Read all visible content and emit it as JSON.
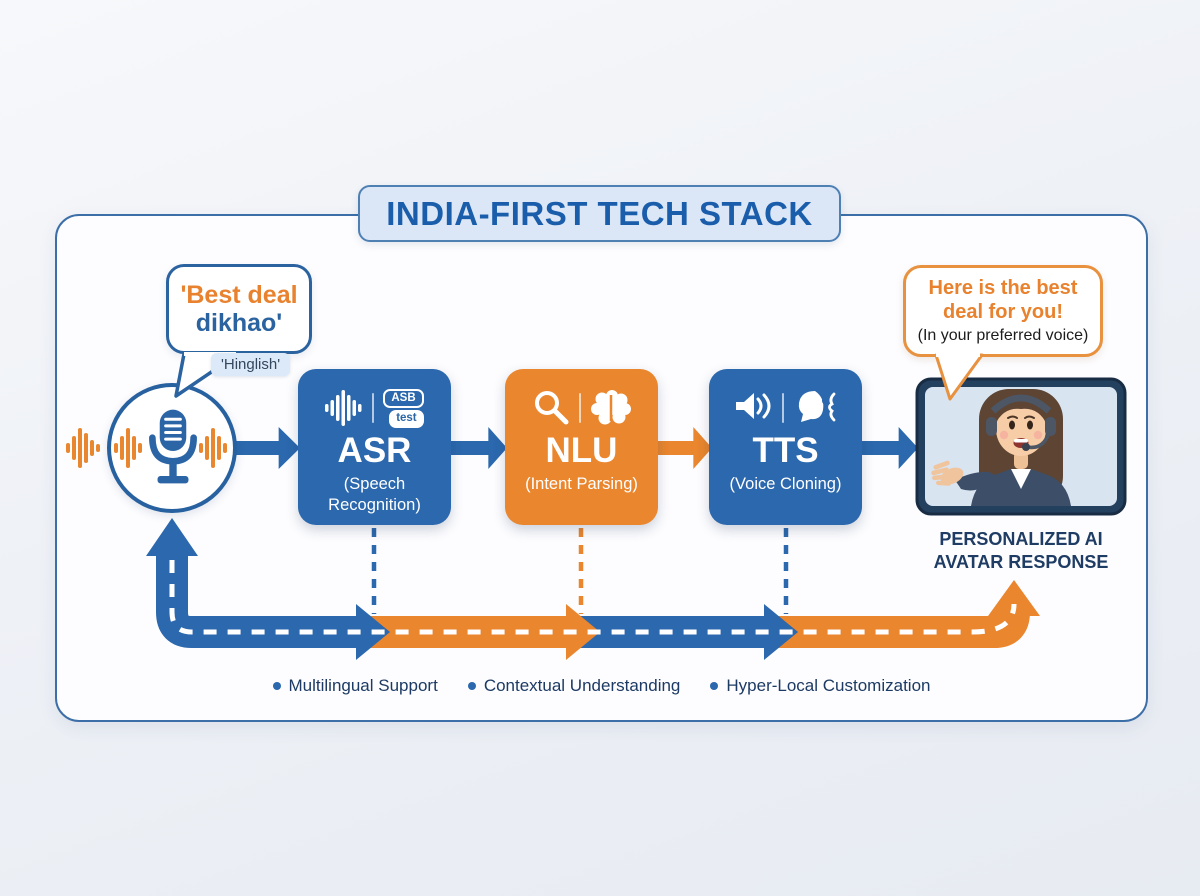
{
  "title": "INDIA-FIRST TECH STACK",
  "input": {
    "bubble_line1": "'Best deal",
    "bubble_line2": "dikhao'",
    "language_tag": "'Hinglish'"
  },
  "pipeline": {
    "nodes": [
      {
        "label": "ASR",
        "sublabel": "(Speech Recognition)",
        "chip_top": "ASB",
        "chip_bottom": "test",
        "color": "#2b68ad"
      },
      {
        "label": "NLU",
        "sublabel": "(Intent Parsing)",
        "color": "#e9862e"
      },
      {
        "label": "TTS",
        "sublabel": "(Voice Cloning)",
        "color": "#2b68ad"
      }
    ]
  },
  "output": {
    "bubble_line1": "Here is the best deal for you!",
    "bubble_line2": "(In your preferred voice)",
    "caption": "PERSONALIZED AI AVATAR RESPONSE"
  },
  "features": [
    {
      "label": "Multilingual Support"
    },
    {
      "label": "Contextual Understanding"
    },
    {
      "label": "Hyper-Local Customization"
    }
  ],
  "icons": [
    "sound-wave-icon",
    "microphone-icon",
    "waveform-icon",
    "chat-bubbles-icon",
    "magnifier-icon",
    "brain-icon",
    "speaker-icon",
    "talking-head-icon",
    "avatar-woman-headset"
  ],
  "colors": {
    "blue": "#2b68ad",
    "orange": "#e9862e",
    "navy_text": "#1f3c64",
    "title_text": "#1a5dab",
    "panel_border": "#3c6fa7",
    "title_fill": "#dbe7f7",
    "tag_fill": "#dce9f8",
    "screen_fill": "#d9e4f1",
    "frame_navy": "#24405f"
  }
}
